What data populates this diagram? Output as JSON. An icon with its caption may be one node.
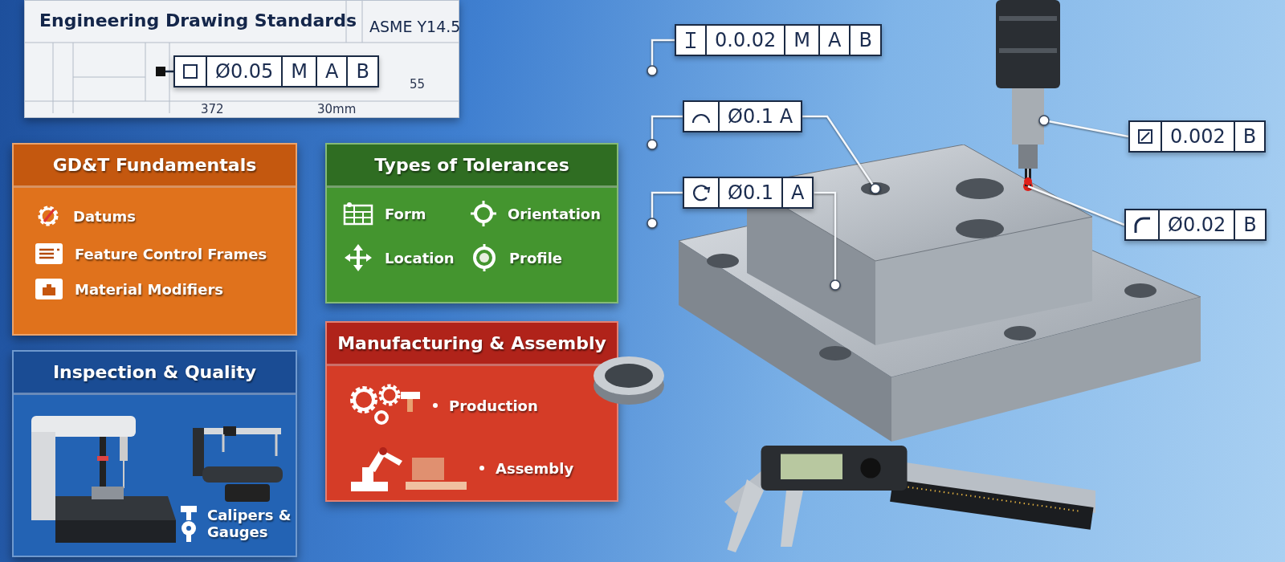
{
  "diagram": {
    "nodes": [
      {
        "text": [
          "Engineering Drawing Standards"
        ]
      },
      {
        "text": [
          "Ø0.05",
          "M",
          "A",
          "B"
        ],
        "in": 0
      },
      {
        "text": [
          "GD&T Fundamentals",
          "Datums",
          "Feature Control Frames",
          "Material Modifiers"
        ]
      },
      {
        "text": [
          "Types of Tolerances",
          "Form",
          "Orientation",
          "Location",
          "Profile"
        ]
      },
      {
        "text": [
          "Inspection & Quality",
          "Calipers & Gauges"
        ]
      },
      {
        "text": [
          "Manufacturing & Assembly",
          "Production",
          "Assembly"
        ]
      },
      {
        "text": [
          "0.0.02",
          "M",
          "A",
          "B"
        ]
      },
      {
        "text": [
          "Ø0.1 A"
        ]
      },
      {
        "text": [
          "Ø0.1",
          "A"
        ]
      },
      {
        "text": [
          "0.002",
          "B"
        ]
      },
      {
        "text": [
          "Ø0.02",
          "B"
        ]
      },
      {
        "text": [],
        "shape": "picture"
      },
      {
        "text": [],
        "shape": "picture"
      }
    ],
    "edges": [
      {
        "from": 1,
        "to": null,
        "arrow": "other",
        "color": "#1a2a44"
      },
      {
        "from": 6,
        "to": null,
        "arrow": "other"
      },
      {
        "from": 7,
        "to": null,
        "arrow": "other"
      },
      {
        "from": 7,
        "to": 11,
        "arrow": "other"
      },
      {
        "from": 8,
        "to": null,
        "arrow": "other"
      },
      {
        "from": 8,
        "to": 11,
        "arrow": "other"
      },
      {
        "from": 9,
        "to": 12,
        "arrow": "other"
      },
      {
        "from": 10,
        "to": 11,
        "arrow": "none"
      }
    ],
    "labels": [
      "ASME Y14.5",
      "372",
      "30mm",
      "55"
    ]
  }
}
